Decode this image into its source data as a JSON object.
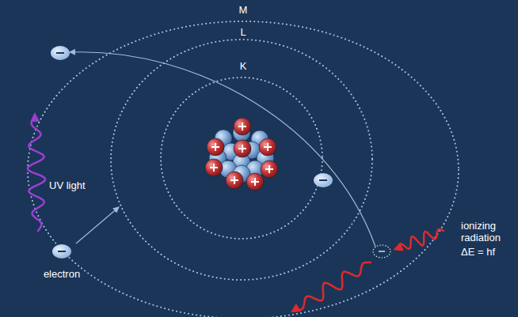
{
  "diagram": {
    "labels": [
      "M",
      "L",
      "K",
      "UV light",
      "electron",
      "ionizing radiation",
      "ΔE = hf"
    ]
  }
}
